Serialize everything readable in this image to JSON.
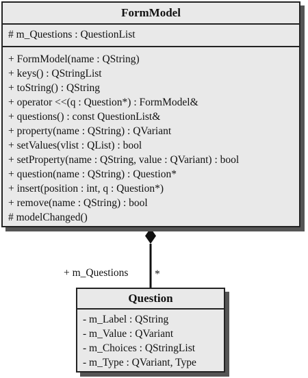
{
  "form_model": {
    "name": "FormModel",
    "attributes": [
      "# m_Questions : QuestionList"
    ],
    "operations": [
      "+ FormModel(name : QString)",
      "+ keys() : QStringList",
      "+ toString() : QString",
      "+ operator <<(q : Question*) : FormModel&",
      "+ questions() : const QuestionList&",
      "+ property(name : QString) : QVariant",
      "+ setValues(vlist : QList) : bool",
      "+ setProperty(name : QString, value : QVariant) : bool",
      "+ question(name : QString) : Question*",
      "+ insert(position : int, q : Question*)",
      "+ remove(name : QString) : bool",
      "# modelChanged()"
    ]
  },
  "question": {
    "name": "Question",
    "attributes": [
      "- m_Label : QString",
      "- m_Value : QVariant",
      "- m_Choices : QStringList",
      "- m_Type : QVariant, Type"
    ]
  },
  "association": {
    "type": "composition",
    "role": "+ m_Questions",
    "multiplicity": "*"
  }
}
